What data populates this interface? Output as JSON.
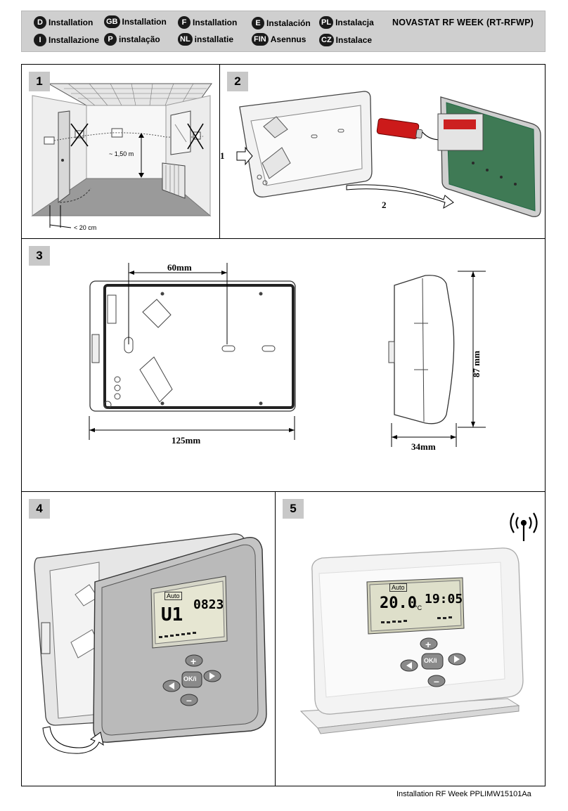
{
  "header": {
    "title": "NOVASTAT RF WEEK (RT-RFWP)",
    "languages": [
      {
        "code": "D",
        "name": "Installation"
      },
      {
        "code": "GB",
        "name": "Installation"
      },
      {
        "code": "F",
        "name": "Installation"
      },
      {
        "code": "E",
        "name": "Instalación"
      },
      {
        "code": "PL",
        "name": "Instalacja"
      },
      {
        "code": "I",
        "name": "Installazione"
      },
      {
        "code": "P",
        "name": "instalação"
      },
      {
        "code": "NL",
        "name": "installatie"
      },
      {
        "code": "FIN",
        "name": "Asennus"
      },
      {
        "code": "CZ",
        "name": "Instalace"
      }
    ]
  },
  "panels": {
    "p1": {
      "number": "1",
      "height_label": "~ 1,50 m",
      "distance_label": "< 20 cm"
    },
    "p2": {
      "number": "2",
      "step1": "1",
      "step2": "2"
    },
    "p3": {
      "number": "3",
      "hole_spacing": "60mm",
      "width": "125mm",
      "depth": "34mm",
      "height": "87 mm"
    },
    "p4": {
      "number": "4",
      "lcd_mode": "Auto",
      "lcd_left": "U1",
      "lcd_right": "0823",
      "ok_label": "OK/i"
    },
    "p5": {
      "number": "5",
      "lcd_mode": "Auto",
      "lcd_temp": "20.0",
      "lcd_unit": "°C",
      "lcd_time": "19:05",
      "ok_label": "OK/i"
    }
  },
  "footer": "Installation RF Week  PPLIMW15101Aa"
}
